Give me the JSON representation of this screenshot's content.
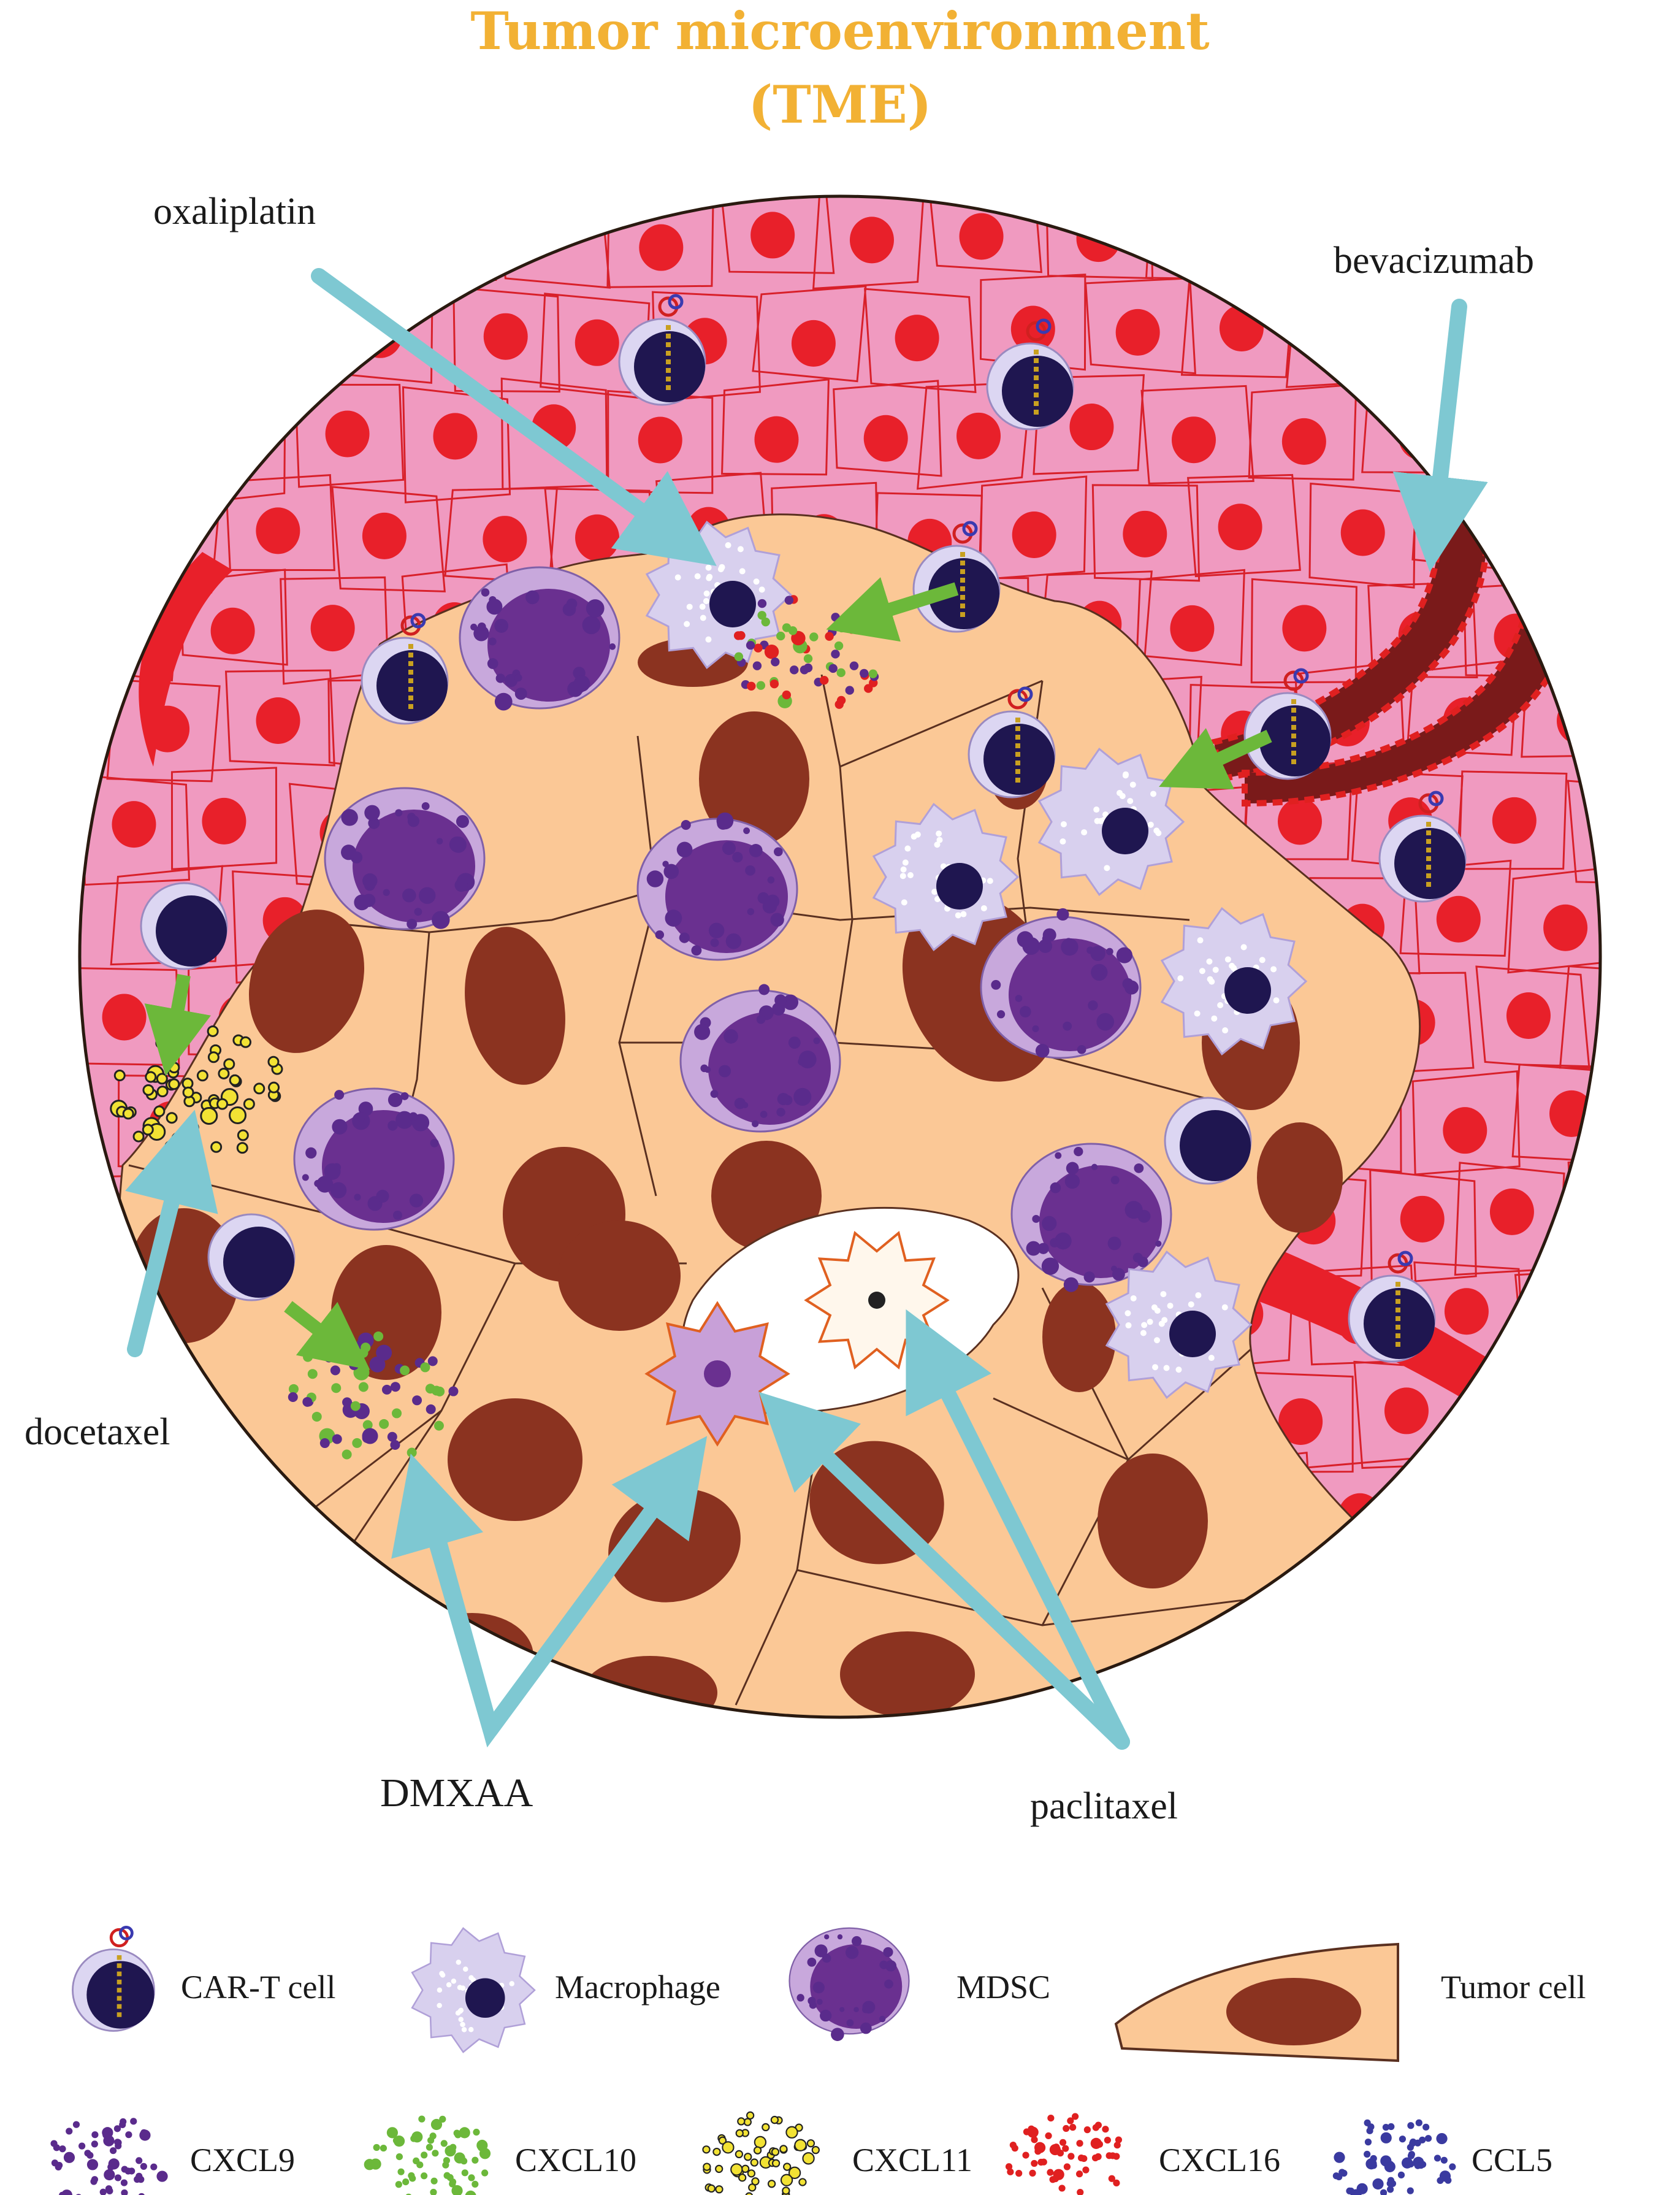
{
  "title": {
    "line1": "Tumor microenvironment",
    "line2": "(TME)"
  },
  "drugs": {
    "oxaliplatin": "oxaliplatin",
    "bevacizumab": "bevacizumab",
    "docetaxel": "docetaxel",
    "dmxaa": "DMXAA",
    "paclitaxel": "paclitaxel"
  },
  "legend": {
    "cells": {
      "car_t": "CAR-T cell",
      "macrophage": "Macrophage",
      "mdsc": "MDSC",
      "tumor_cell": "Tumor cell"
    },
    "chemokines": {
      "cxcl9": "CXCL9",
      "cxcl10": "CXCL10",
      "cxcl11": "CXCL11",
      "cxcl16": "CXCL16",
      "ccl5": "CCL5"
    }
  },
  "colors": {
    "title": "#f2b134",
    "normal_tissue": "#f09ac0",
    "tumor_tissue": "#fbc896",
    "tumor_nucleus": "#8b3320",
    "arrow_drug": "#7ec8d2",
    "arrow_effect": "#6cb83a",
    "cxcl9": "#5a2b8c",
    "cxcl10": "#6cb83a",
    "cxcl11": "#f2e234",
    "cxcl16": "#e02020",
    "ccl5": "#3a3aa0"
  }
}
